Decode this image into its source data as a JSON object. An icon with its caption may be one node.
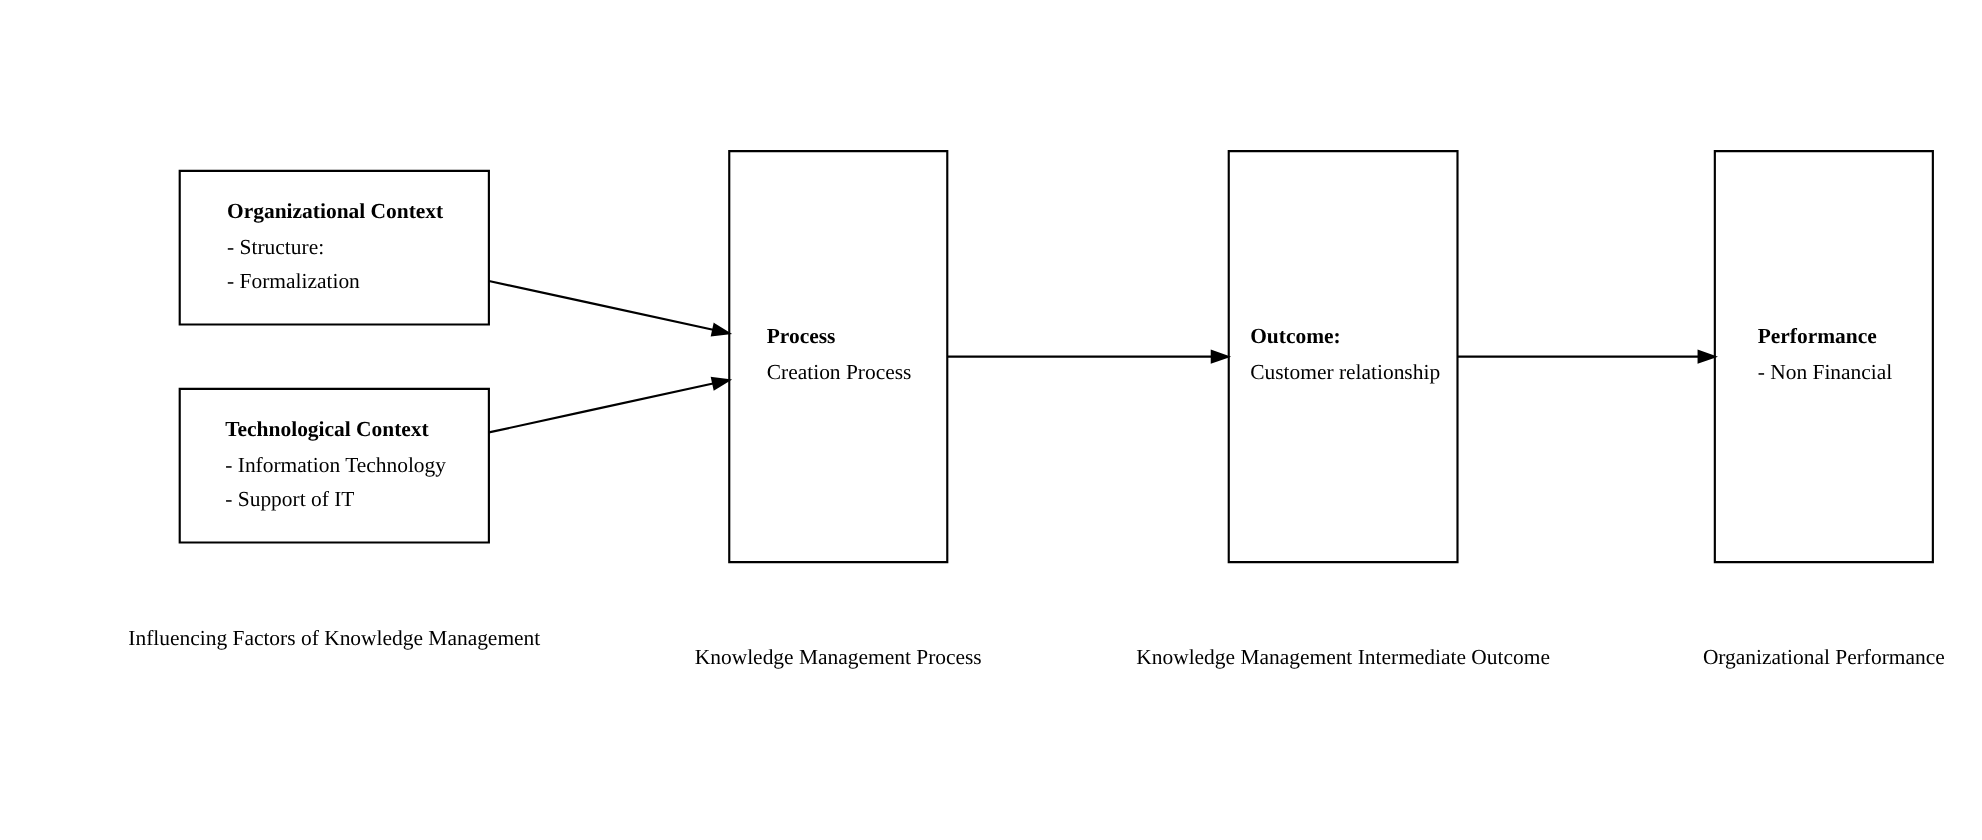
{
  "diagram": {
    "nodes": [
      {
        "text": [
          "Organizational Context",
          "- Structure:",
          "- Formalization"
        ]
      },
      {
        "text": [
          "Technological Context",
          "- Information Technology",
          "- Support of IT"
        ]
      },
      {
        "text": [
          "Process",
          "Creation Process"
        ]
      },
      {
        "text": [
          "Outcome:",
          "Customer relationship"
        ]
      },
      {
        "text": [
          "Performance",
          "- Non Financial"
        ]
      }
    ],
    "edges": [
      {
        "from": 0,
        "to": 2,
        "arrow": "to"
      },
      {
        "from": 1,
        "to": 2,
        "arrow": "to"
      },
      {
        "from": 2,
        "to": 3,
        "arrow": "to"
      },
      {
        "from": 3,
        "to": 4,
        "arrow": "to"
      }
    ],
    "labels": [
      "Influencing Factors of Knowledge Management",
      "Knowledge Management Process",
      "Knowledge Management Intermediate Outcome",
      "Organizational Performance"
    ]
  }
}
